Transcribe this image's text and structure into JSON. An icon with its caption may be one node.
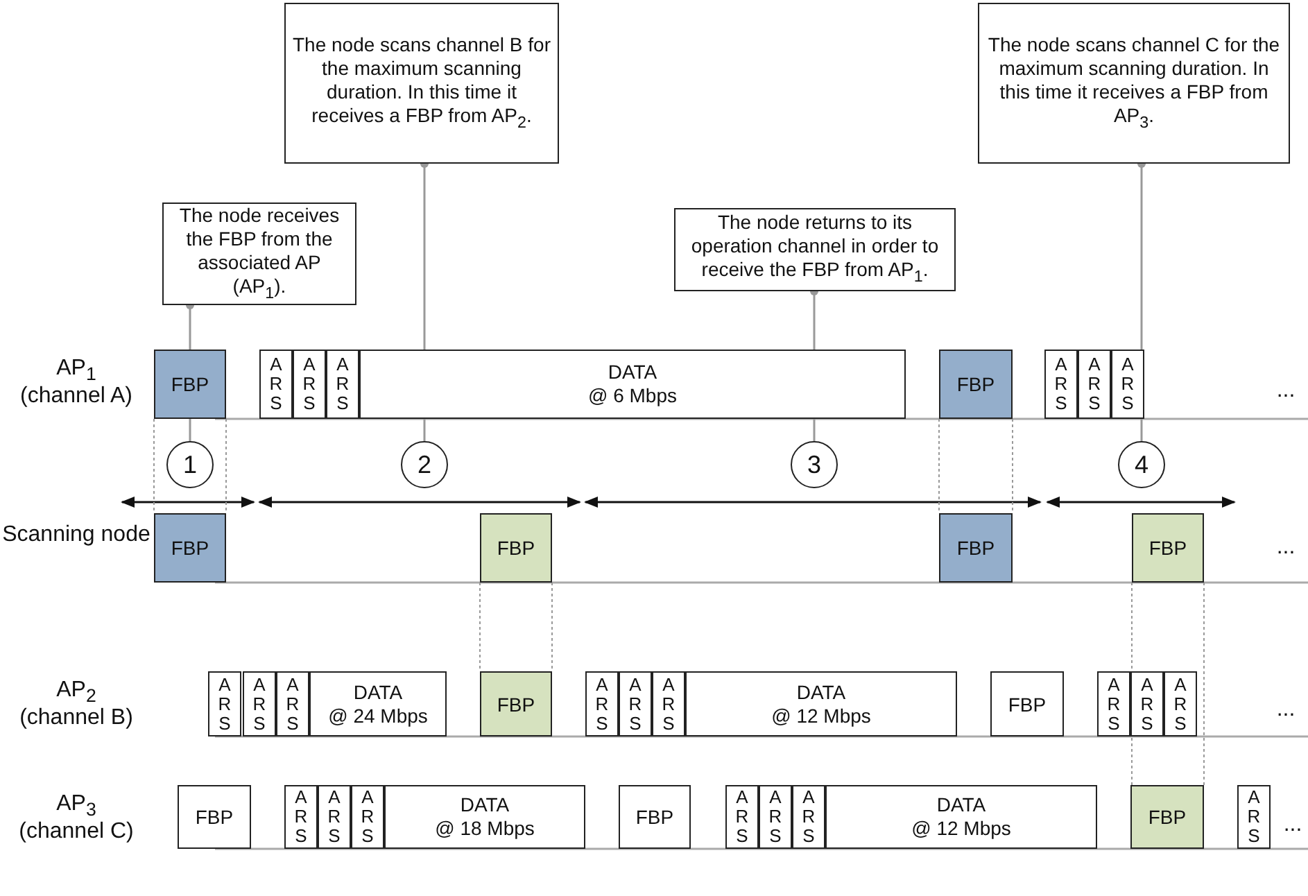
{
  "diagram": {
    "nodes": [
      {
        "text": [
          "The node receives the FBP from the associated AP (AP$_{1}$)."
        ]
      },
      {
        "text": [
          "The node scans channel B for the maximum scanning duration. In this time it receives a FBP from AP$_{2}$."
        ]
      },
      {
        "text": [
          "The node returns to its operation channel in order to receive the FBP from AP$_{1}$."
        ]
      },
      {
        "text": [
          "The node scans channel C for the maximum scanning duration. In this time it receives a FBP from AP$_{3}$."
        ]
      },
      {
        "text": [
          "FBP"
        ]
      },
      {
        "text": [
          "A R S"
        ]
      },
      {
        "text": [
          "A R S"
        ]
      },
      {
        "text": [
          "A R S"
        ]
      },
      {
        "text": [
          "DATA",
          "@ 6 Mbps"
        ]
      },
      {
        "text": [
          "FBP"
        ]
      },
      {
        "text": [
          "A R S"
        ]
      },
      {
        "text": [
          "A R S"
        ]
      },
      {
        "text": [
          "A R S"
        ]
      },
      {
        "text": [
          "1"
        ]
      },
      {
        "text": [
          "2"
        ]
      },
      {
        "text": [
          "3"
        ]
      },
      {
        "text": [
          "4"
        ]
      },
      {
        "text": [
          "FBP"
        ]
      },
      {
        "text": [
          "FBP"
        ]
      },
      {
        "text": [
          "FBP"
        ]
      },
      {
        "text": [
          "FBP"
        ]
      },
      {
        "text": [
          "A R S"
        ]
      },
      {
        "text": [
          "A R S"
        ]
      },
      {
        "text": [
          "A R S"
        ]
      },
      {
        "text": [
          "DATA",
          "@ 24 Mbps"
        ]
      },
      {
        "text": [
          "FBP"
        ]
      },
      {
        "text": [
          "A R S"
        ]
      },
      {
        "text": [
          "A R S"
        ]
      },
      {
        "text": [
          "A R S"
        ]
      },
      {
        "text": [
          "DATA",
          "@ 12 Mbps"
        ]
      },
      {
        "text": [
          "FBP"
        ]
      },
      {
        "text": [
          "A R S"
        ]
      },
      {
        "text": [
          "A R S"
        ]
      },
      {
        "text": [
          "A R S"
        ]
      },
      {
        "text": [
          "FBP"
        ]
      },
      {
        "text": [
          "A R S"
        ]
      },
      {
        "text": [
          "A R S"
        ]
      },
      {
        "text": [
          "A R S"
        ]
      },
      {
        "text": [
          "DATA",
          "@ 18 Mbps"
        ]
      },
      {
        "text": [
          "FBP"
        ]
      },
      {
        "text": [
          "A R S"
        ]
      },
      {
        "text": [
          "A R S"
        ]
      },
      {
        "text": [
          "A R S"
        ]
      },
      {
        "text": [
          "DATA",
          "@ 12 Mbps"
        ]
      },
      {
        "text": [
          "FBP"
        ]
      },
      {
        "text": [
          "A R S"
        ]
      }
    ],
    "edges": [
      {
        "from": 0,
        "to": 4,
        "arrow": "other"
      },
      {
        "from": 4,
        "to": 13,
        "arrow": "none"
      },
      {
        "from": 1,
        "to": 8,
        "arrow": "other"
      },
      {
        "from": 8,
        "to": 14,
        "arrow": "none"
      },
      {
        "from": 2,
        "to": 8,
        "arrow": "other"
      },
      {
        "from": 8,
        "to": 15,
        "arrow": "none"
      },
      {
        "from": 3,
        "to": 12,
        "arrow": "other"
      },
      {
        "from": 12,
        "to": 16,
        "arrow": "none"
      },
      {
        "from": 4,
        "to": 17,
        "arrow": "none",
        "style": "dashed"
      },
      {
        "from": 4,
        "to": 17,
        "arrow": "none",
        "style": "dashed"
      },
      {
        "from": 9,
        "to": 19,
        "arrow": "none",
        "style": "dashed"
      },
      {
        "from": 9,
        "to": 19,
        "arrow": "none",
        "style": "dashed"
      },
      {
        "from": 18,
        "to": 25,
        "arrow": "none",
        "style": "dashed"
      },
      {
        "from": 18,
        "to": 25,
        "arrow": "none",
        "style": "dashed"
      },
      {
        "from": 20,
        "to": 44,
        "arrow": "none",
        "style": "dashed"
      },
      {
        "from": 20,
        "to": 44,
        "arrow": "none",
        "style": "dashed"
      }
    ],
    "labels": [
      "AP$_{1}$",
      "(channel A)",
      "...",
      "Scanning node",
      "...",
      "AP$_{2}$",
      "(channel B)",
      "...",
      "AP$_{3}$",
      "(channel C)",
      "..."
    ]
  }
}
